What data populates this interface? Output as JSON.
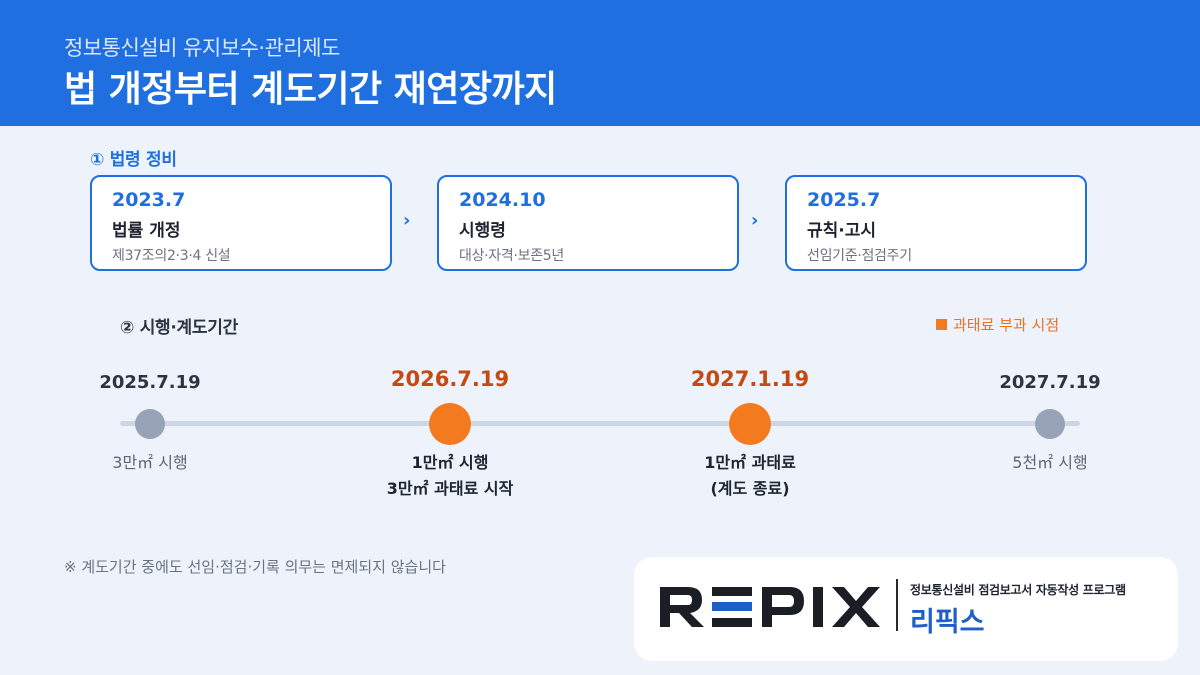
{
  "header": {
    "subtitle": "정보통신설비 유지보수·관리제도",
    "title": "법 개정부터 계도기간 재연장까지"
  },
  "section1": {
    "label": "① 법령 정비",
    "cards": [
      {
        "date": "2023.7",
        "name": "법률 개정",
        "desc": "제37조의2·3·4 신설"
      },
      {
        "date": "2024.10",
        "name": "시행령",
        "desc": "대상·자격·보존5년"
      },
      {
        "date": "2025.7",
        "name": "규칙·고시",
        "desc": "선임기준·점검주기"
      }
    ],
    "arrow_glyph": "›"
  },
  "section2": {
    "label": "② 시행·계도기간",
    "legend": "과태료 부과 시점",
    "legend_color": "#f47a1f",
    "milestones": [
      {
        "date": "2025.7.19",
        "line1": "3만㎡ 시행",
        "line2": "",
        "penalty": false
      },
      {
        "date": "2026.7.19",
        "line1": "1만㎡ 시행",
        "line2": "3만㎡ 과태료 시작",
        "penalty": true
      },
      {
        "date": "2027.1.19",
        "line1": "1만㎡ 과태료",
        "line2": "(계도 종료)",
        "penalty": true
      },
      {
        "date": "2027.7.19",
        "line1": "5천㎡ 시행",
        "line2": "",
        "penalty": false
      }
    ]
  },
  "note": "※ 계도기간 중에도 선임·점검·기록 의무는 면제되지 않습니다",
  "brand": {
    "logo_text": "REPIX",
    "tagline": "정보통신설비 점검보고서 자동작성 프로그램",
    "korean_name": "리픽스",
    "primary_color": "#1f6fe0",
    "accent_color": "#f47a1f"
  }
}
